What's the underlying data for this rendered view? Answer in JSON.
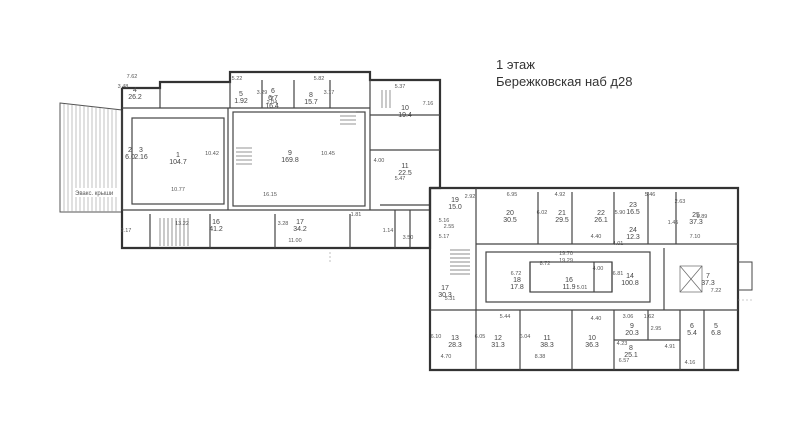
{
  "title": {
    "floor": "1 этаж",
    "address": "Бережковская наб д28"
  },
  "labels": {
    "stair_ramp": "Эвакс. крыши"
  },
  "rooms": [
    {
      "num": "1",
      "area": "104.7"
    },
    {
      "num": "2",
      "area": "6.0"
    },
    {
      "num": "3",
      "area": "2.16"
    },
    {
      "num": "4",
      "area": "26.2"
    },
    {
      "num": "5",
      "area": "1.92"
    },
    {
      "num": "6",
      "area": "6.7"
    },
    {
      "num": "7",
      "area": "16.4"
    },
    {
      "num": "8",
      "area": "15.7"
    },
    {
      "num": "9",
      "area": "169.8"
    },
    {
      "num": "10",
      "area": "19.4"
    },
    {
      "num": "11",
      "area": "22.5"
    },
    {
      "num": "16",
      "area": "41.2"
    },
    {
      "num": "17",
      "area": "34.2"
    },
    {
      "num": "19",
      "area": "15.0"
    },
    {
      "num": "20",
      "area": "30.5"
    },
    {
      "num": "21",
      "area": "29.5"
    },
    {
      "num": "22",
      "area": "26.1"
    },
    {
      "num": "23",
      "area": "16.5"
    },
    {
      "num": "24",
      "area": "12.3"
    },
    {
      "num": "25",
      "area": "37.3"
    },
    {
      "num": "17",
      "area": "30.3"
    },
    {
      "num": "18",
      "area": "17.8"
    },
    {
      "num": "16",
      "area": "11.9"
    },
    {
      "num": "14",
      "area": "100.8"
    },
    {
      "num": "7",
      "area": "37.3"
    },
    {
      "num": "13",
      "area": "28.3"
    },
    {
      "num": "12",
      "area": "31.3"
    },
    {
      "num": "11",
      "area": "38.3"
    },
    {
      "num": "10",
      "area": "36.3"
    },
    {
      "num": "9",
      "area": "20.3"
    },
    {
      "num": "8",
      "area": "25.1"
    },
    {
      "num": "6",
      "area": "5.4"
    },
    {
      "num": "5",
      "area": "6.8"
    }
  ],
  "dims": [
    "7.62",
    "3.48",
    "5.22",
    "3.29",
    "5.82",
    "3.17",
    "2.04",
    "5.37",
    "7.16",
    "10.42",
    "10.45",
    "10.77",
    "16.15",
    "4.00",
    "5.47",
    "13.22",
    "3.28",
    "11.00",
    "2.17",
    "1.81",
    "1.14",
    "3.50",
    "6.95",
    "4.92",
    "5.46",
    "2.63",
    "6.02",
    "5.90",
    "5.89",
    "4.40",
    "4.01",
    "1.45",
    "7.10",
    "5.16",
    "2.55",
    "5.17",
    "2.92",
    "19.70",
    "19.29",
    "4.00",
    "5.01",
    "6.72",
    "6.81",
    "8.72",
    "5.31",
    "5.44",
    "4.40",
    "6.10",
    "4.70",
    "6.05",
    "6.04",
    "8.38",
    "6.57",
    "4.23",
    "4.91",
    "4.16",
    "7.22",
    "1.62",
    "3.06",
    "2.95"
  ]
}
